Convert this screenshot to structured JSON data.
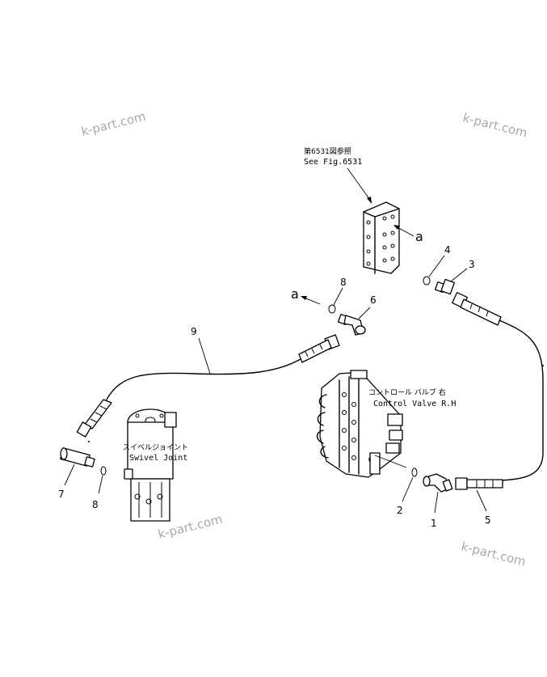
{
  "watermarks": [
    "k-part.com",
    "k-part.com",
    "k-part.com",
    "k-part.com"
  ],
  "notes": {
    "see_fig_jp": "第6531図参照",
    "see_fig_en": "See Fig.6531",
    "control_valve_jp": "コントロール バルブ 右",
    "control_valve_en": "Control Valve R.H",
    "swivel_joint_jp": "スイベルジョイント",
    "swivel_joint_en": "Swivel Joint"
  },
  "reference_letters": {
    "a_upper": "a",
    "a_lower": "a"
  },
  "callouts": {
    "c1": "1",
    "c2": "2",
    "c3": "3",
    "c4": "4",
    "c5": "5",
    "c6": "6",
    "c7": "7",
    "c8_left": "8",
    "c8_upper": "8",
    "c9": "9"
  },
  "colors": {
    "line": "#000000",
    "watermark": "#9a9a9a",
    "background": "#ffffff"
  }
}
